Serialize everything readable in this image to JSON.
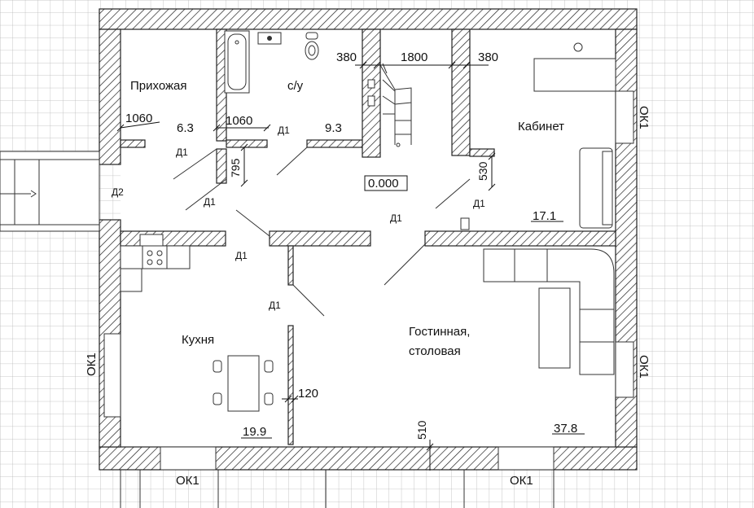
{
  "rooms": {
    "hall": "Прихожая",
    "bath": "с/у",
    "office": "Кабинет",
    "kitchen": "Кухня",
    "living1": "Гостинная,",
    "living2": "столовая"
  },
  "areas": {
    "hall": "6.3",
    "bath": "9.3",
    "office": "17.1",
    "kitchen": "19.9",
    "living": "37.8"
  },
  "dims": {
    "d380a": "380",
    "d1800": "1800",
    "d380b": "380",
    "d1060a": "1060",
    "d1060b": "1060",
    "d795": "795",
    "d530": "530",
    "d120": "120",
    "d510": "510"
  },
  "level": "0.000",
  "doors": {
    "d1": "Д1",
    "d2": "Д2"
  },
  "windows": {
    "ok1": "ОК1"
  },
  "colors": {
    "grid": "#b8b8b8",
    "wall": "#222222",
    "background": "#ffffff"
  }
}
